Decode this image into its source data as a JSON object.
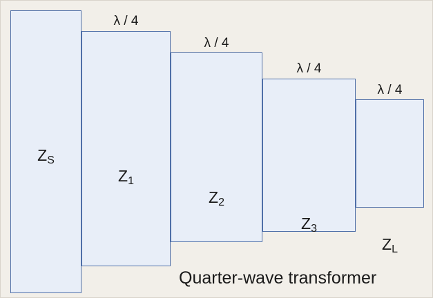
{
  "diagram": {
    "caption": "Quarter-wave transformer",
    "background_color": "#f2efe9",
    "block_fill_color": "#e8eef8",
    "block_border_color": "#4f6fa8",
    "blocks": [
      {
        "name": "source-impedance",
        "label_main": "Z",
        "label_sub": "S"
      },
      {
        "name": "transformer-section-1",
        "label_main": "Z",
        "label_sub": "1"
      },
      {
        "name": "transformer-section-2",
        "label_main": "Z",
        "label_sub": "2"
      },
      {
        "name": "transformer-section-3",
        "label_main": "Z",
        "label_sub": "3"
      },
      {
        "name": "load-impedance",
        "label_main": "Z",
        "label_sub": "L"
      }
    ],
    "length_labels": [
      {
        "name": "length-label-1",
        "text": "λ / 4"
      },
      {
        "name": "length-label-2",
        "text": "λ / 4"
      },
      {
        "name": "length-label-3",
        "text": "λ / 4"
      },
      {
        "name": "length-label-4",
        "text": "λ / 4"
      }
    ]
  }
}
